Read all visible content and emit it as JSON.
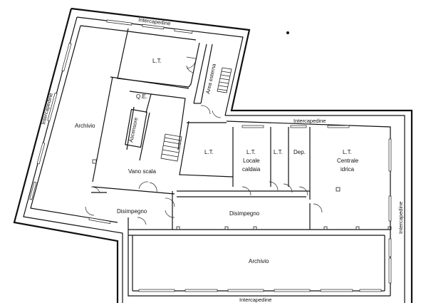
{
  "labels": {
    "intercapedine_top": "Intercapedine",
    "intercapedine_left": "Intercapedine",
    "intercapedine_right_top": "Intercapedine",
    "intercapedine_right_side": "Intercapedine",
    "intercapedine_bottom": "Intercapedine",
    "archivio_left": "Archivio",
    "archivio_bottom": "Archivio",
    "lt_top": "L.T.",
    "qe": "Q.E.",
    "ascensore": "Ascensore",
    "area_esterna": "Area esterna",
    "vano_scala": "Vano scala",
    "disimpegno_left": "Disimpegno",
    "disimpegno_right": "Disimpegno",
    "lt_mid": "L.T.",
    "lt_locale": "L.T.",
    "locale_caldaia_1": "Locale",
    "locale_caldaia_2": "caldaia",
    "lt_small": "L.T.",
    "dep": "Dep.",
    "lt_centrale": "L.T.",
    "centrale_idrica_1": "Centrale",
    "centrale_idrica_2": "idrica"
  }
}
